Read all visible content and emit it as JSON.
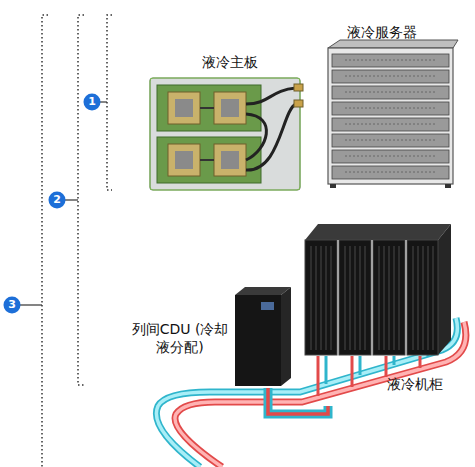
{
  "diagram": {
    "nodes": [
      {
        "text": [
          "液冷主板"
        ]
      },
      {
        "text": [
          "液冷服务器"
        ]
      },
      {
        "text": [
          "列间CDU (冷却液分配)"
        ]
      },
      {
        "text": [
          "液冷机柜"
        ]
      }
    ],
    "edges": [
      {
        "from": 2,
        "to": 3,
        "arrow": "none"
      }
    ],
    "labels": [
      "1",
      "2",
      "3"
    ]
  }
}
